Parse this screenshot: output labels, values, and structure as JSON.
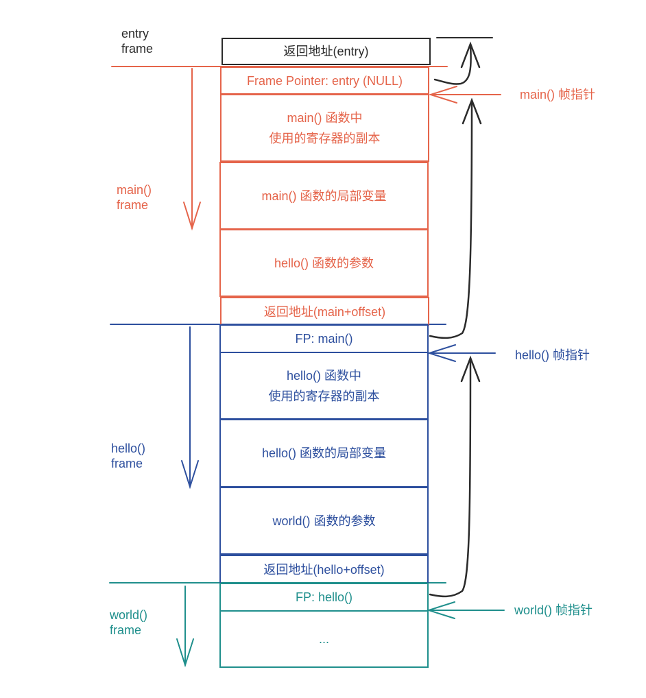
{
  "colors": {
    "entry": "#2b2b2b",
    "main": "#e5644a",
    "hello": "#2d4f9e",
    "world": "#1f8f8c",
    "link": "#2b2b2b"
  },
  "frames": [
    {
      "id": "entry",
      "label": "entry\nframe",
      "color_key": "entry"
    },
    {
      "id": "main",
      "label": "main()\nframe",
      "color_key": "main"
    },
    {
      "id": "hello",
      "label": "hello()\nframe",
      "color_key": "hello"
    },
    {
      "id": "world",
      "label": "world()\nframe",
      "color_key": "world"
    }
  ],
  "stack_cells": [
    {
      "text": "返回地址(entry)",
      "frame": "entry"
    },
    {
      "text": "Frame Pointer: entry (NULL)",
      "frame": "main"
    },
    {
      "text": "main() 函数中\n使用的寄存器的副本",
      "frame": "main"
    },
    {
      "text": "main() 函数的局部变量",
      "frame": "main"
    },
    {
      "text": "hello() 函数的参数",
      "frame": "main"
    },
    {
      "text": "返回地址(main+offset)",
      "frame": "main"
    },
    {
      "text": "FP: main()",
      "frame": "hello"
    },
    {
      "text": "hello() 函数中\n使用的寄存器的副本",
      "frame": "hello"
    },
    {
      "text": "hello() 函数的局部变量",
      "frame": "hello"
    },
    {
      "text": "world() 函数的参数",
      "frame": "hello"
    },
    {
      "text": "返回地址(hello+offset)",
      "frame": "hello"
    },
    {
      "text": "FP: hello()",
      "frame": "world"
    },
    {
      "text": "...",
      "frame": "world"
    }
  ],
  "frame_pointers": [
    {
      "label": "main() 帧指针",
      "frame": "main"
    },
    {
      "label": "hello() 帧指针",
      "frame": "hello"
    },
    {
      "label": "world() 帧指针",
      "frame": "world"
    }
  ]
}
